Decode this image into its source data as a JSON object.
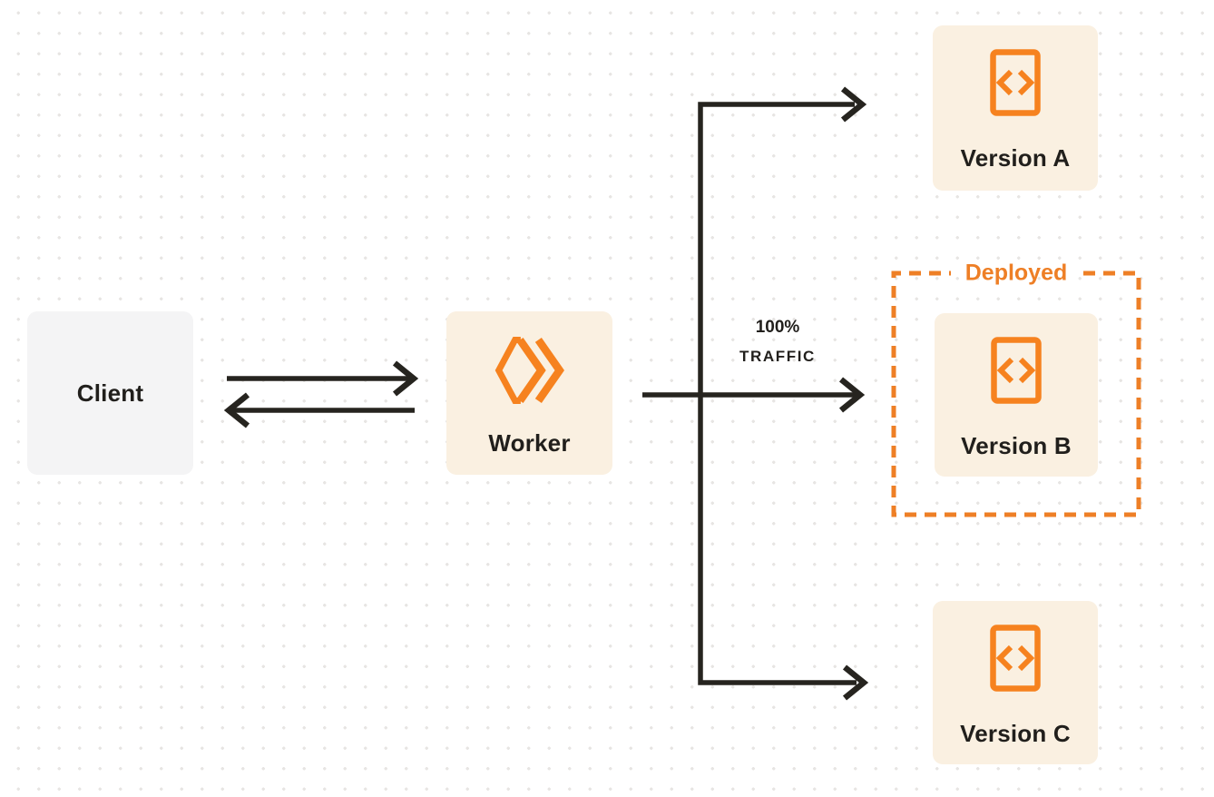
{
  "diagram": {
    "nodes": {
      "client": {
        "label": "Client"
      },
      "worker": {
        "label": "Worker"
      },
      "version_a": {
        "label": "Version A"
      },
      "version_b": {
        "label": "Version B"
      },
      "version_c": {
        "label": "Version C"
      }
    },
    "deployed_group": {
      "label": "Deployed"
    },
    "traffic_label": {
      "line1": "100%",
      "line2": "TRAFFIC"
    },
    "icons": {
      "worker_node": "cloudflare-worker-icon",
      "version_nodes": "code-document-icon"
    },
    "colors": {
      "accent_orange": "#F6821F",
      "deployed_orange": "#EE7F26",
      "node_cream_bg": "#FAF0E1",
      "client_gray_bg": "#F4F4F5",
      "arrow_dark": "#26241F",
      "text_dark": "#211F1C",
      "dot_grid": "#E7E5E3",
      "page_bg": "#FFFFFF"
    }
  }
}
